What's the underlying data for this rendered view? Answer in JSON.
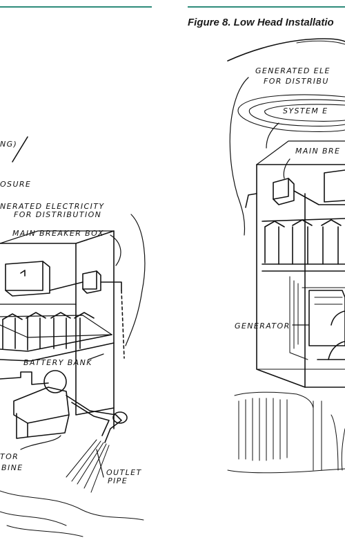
{
  "caption": {
    "text": "Figure 8. Low Head Installatio"
  },
  "left_diagram": {
    "labels": {
      "partial_top": "NG)",
      "enclosure": "OSURE",
      "gen_line1": "NERATED ELECTRICITY",
      "gen_line2": "FOR DISTRIBUTION",
      "main_breaker": "MAIN BREAKER BOX",
      "battery_bank": "BATTERY BANK",
      "generator_partial": "TOR",
      "turbine_partial": "BINE",
      "outlet_line1": "OUTLET",
      "outlet_line2": "PIPE"
    }
  },
  "right_diagram": {
    "labels": {
      "gen_line1": "GENERATED ELE",
      "gen_line2": "FOR DISTRIBU",
      "system": "SYSTEM E",
      "main_breaker": "MAIN BRE",
      "generator": "GENERATOR"
    }
  },
  "colors": {
    "accent_rule": "#2e8b7a",
    "ink": "#111111"
  }
}
